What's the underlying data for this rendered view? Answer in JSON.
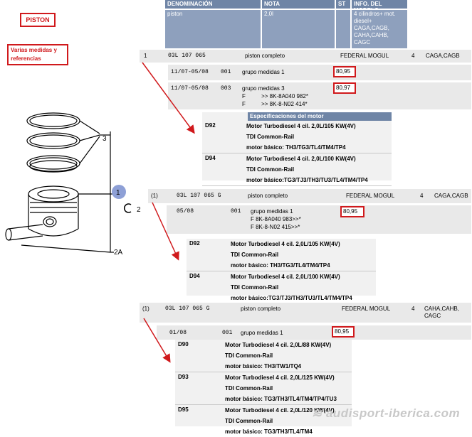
{
  "labels": {
    "piston": "PISTON",
    "varias": "Varias medidas y referencias"
  },
  "top_table": {
    "headers": [
      "DENOMINACIÓN",
      "NOTA",
      "ST",
      "INFO. DEL MODELO"
    ],
    "row": [
      "piston",
      "2,0l",
      "",
      "4 cilindros+ mot. diesel+ CAGA,CAGB, CAHA,CAHB, CAGC"
    ]
  },
  "section1": {
    "num": "1",
    "part": "03L 107 065",
    "desc": "piston completo",
    "brand": "FEDERAL MOGUL",
    "qty": "4",
    "models": "CAGA,CAGB",
    "sub1": {
      "date": "11/07-05/08",
      "code": "001",
      "desc": "grupo medidas 1",
      "price": "80,95"
    },
    "sub2": {
      "date": "11/07-05/08",
      "code": "003",
      "desc": "grupo medidas 3",
      "price": "80,97",
      "f1": "F          >> 8K-8A040 982*",
      "f2": "F          >> 8K-8-N02 414*"
    },
    "spec_title": "Especificaciones del motor",
    "specs": [
      {
        "code": "D92",
        "lines": [
          "Motor Turbodiesel 4 cil. 2,0L/105 KW(4V)",
          "TDI Common-Rail",
          "motor básico: TH3/TG3/TL4/TM4/TP4"
        ]
      },
      {
        "code": "D94",
        "lines": [
          "Motor Turbodiesel 4 cil. 2,0L/100 KW(4V)",
          "TDI Common-Rail",
          "motor básico:TG3/TJ3/TH3/TU3/TL4/TM4/TP4"
        ]
      }
    ]
  },
  "section2": {
    "num": "(1)",
    "part": "03L 107 065 G",
    "desc": "piston completo",
    "brand": "FEDERAL MOGUL",
    "qty": "4",
    "models": "CAGA,CAGB",
    "sub1": {
      "date": "05/08",
      "code": "001",
      "desc": "grupo medidas 1",
      "price": "80,95",
      "f1": "F 8K-8A040 983>>*",
      "f2": "F 8K-8-N02 415>>*"
    },
    "specs": [
      {
        "code": "D92",
        "lines": [
          "Motor Turbodiesel 4 cil. 2,0L/105 KW(4V)",
          "TDI Common-Rail",
          "motor básico: TH3/TG3/TL4/TM4/TP4"
        ]
      },
      {
        "code": "D94",
        "lines": [
          "Motor Turbodiesel 4 cil. 2,0L/100 KW(4V)",
          "TDI Common-Rail",
          "motor básico:TG3/TJ3/TH3/TU3/TL4/TM4/TP4"
        ]
      }
    ]
  },
  "section3": {
    "num": "(1)",
    "part": "03L 107 065 G",
    "desc": "piston completo",
    "brand": "FEDERAL MOGUL",
    "qty": "4",
    "models": "CAHA,CAHB, CAGC",
    "sub1": {
      "date": "01/08",
      "code": "001",
      "desc": "grupo medidas 1",
      "price": "80,95"
    },
    "specs": [
      {
        "code": "D90",
        "lines": [
          "Motor Turbodiesel 4 cil. 2,0L/88 KW(4V)",
          "TDI Common-Rail",
          "motor básico: TH3/TW1/TQ4"
        ]
      },
      {
        "code": "D93",
        "lines": [
          "Motor Turbodiesel 4 cil. 2,0L/125 KW(4V)",
          "TDI Common-Rail",
          "motor básico: TG3/TH3/TL4/TM4/TP4/TU3"
        ]
      },
      {
        "code": "D95",
        "lines": [
          "Motor Turbodiesel 4 cil. 2,0L/120 KW(4V)",
          "TDI Common-Rail",
          "motor básico: TG3/TH3/TL4/TM4"
        ]
      }
    ]
  },
  "diagram": {
    "c1": "1",
    "c2": "2",
    "c3": "3",
    "c2a": "2A"
  },
  "watermark": "audisport-iberica.com",
  "colors": {
    "header": "#6f85a6",
    "red": "#d0191c",
    "callout": "#8ea0d6"
  }
}
